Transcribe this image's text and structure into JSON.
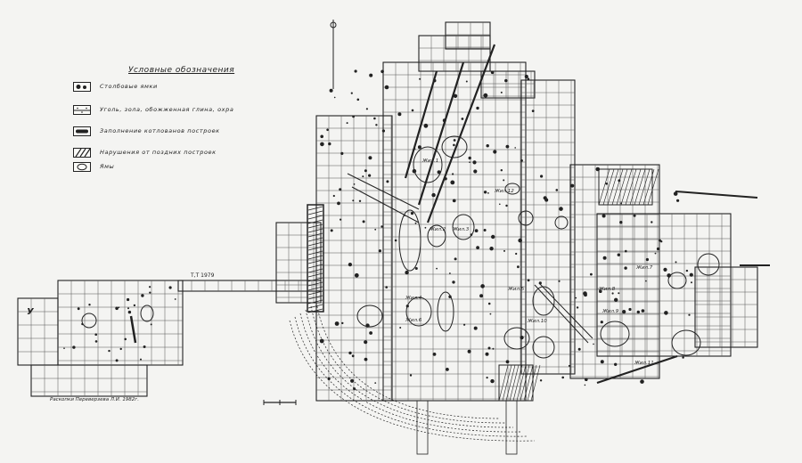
{
  "legend": {
    "title": "Условные обозначения",
    "items": [
      {
        "label": "Столбовые ямки",
        "icon": "post-hole-swatch-icon"
      },
      {
        "label": "Уголь, зола, обожженная глина, охра",
        "icon": "coal-ash-swatch-icon"
      },
      {
        "label": "Заполнение котлованов построек",
        "icon": "pit-fill-swatch-icon"
      },
      {
        "label": "Нарушения от поздних построек",
        "icon": "disturbance-hatch-swatch-icon"
      },
      {
        "label": "Ямы",
        "icon": "pit-swatch-icon"
      }
    ]
  },
  "labels": {
    "trench_1979": "Т,Т 1979",
    "author_note": "Раскопки Переверзева Л.И. 1982г.",
    "dwelling_labels": [
      "Жил.1",
      "Жил.2",
      "Жил.3",
      "Жил.4",
      "Жил.5",
      "Жил.6",
      "Жил.7",
      "Жил.8",
      "Жил.9",
      "Жил.10",
      "Жил.11",
      "Жил.12"
    ],
    "square_letter": "У"
  },
  "colors": {
    "ink": "#222222",
    "paper": "#f4f4f2",
    "grid": "#555555"
  }
}
